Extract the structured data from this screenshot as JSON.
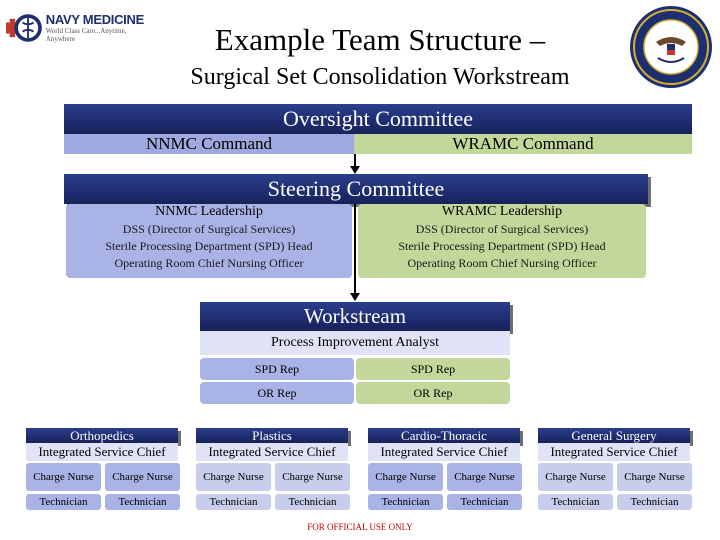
{
  "header": {
    "title": "Example Team Structure –",
    "subtitle": "Surgical Set Consolidation Workstream",
    "logo_brand": "NAVY MEDICINE",
    "logo_tagline": "World Class Care...Anytime, Anywhere"
  },
  "oversight": {
    "title": "Oversight Committee",
    "left": "NNMC Command",
    "right": "WRAMC Command"
  },
  "steering": {
    "title": "Steering Committee",
    "left": {
      "heading": "NNMC Leadership",
      "lines": [
        "DSS (Director of Surgical Services)",
        "Sterile Processing Department (SPD) Head",
        "Operating Room Chief Nursing Officer"
      ]
    },
    "right": {
      "heading": "WRAMC Leadership",
      "lines": [
        "DSS (Director of Surgical Services)",
        "Sterile Processing Department (SPD) Head",
        "Operating Room Chief Nursing Officer"
      ]
    }
  },
  "workstream": {
    "title": "Workstream",
    "analyst": "Process Improvement Analyst",
    "reps": [
      "SPD Rep",
      "SPD Rep",
      "OR Rep",
      "OR Rep"
    ]
  },
  "groups": [
    {
      "name": "Orthopedics",
      "chief": "Integrated Service Chief",
      "nurse_left": "Charge Nurse",
      "nurse_right": "Charge Nurse",
      "tech_left": "Technician",
      "tech_right": "Technician"
    },
    {
      "name": "Plastics",
      "chief": "Integrated Service Chief",
      "nurse_left": "Charge Nurse",
      "nurse_right": "Charge Nurse",
      "tech_left": "Technician",
      "tech_right": "Technician"
    },
    {
      "name": "Cardio-Thoracic",
      "chief": "Integrated Service Chief",
      "nurse_left": "Charge Nurse",
      "nurse_right": "Charge Nurse",
      "tech_left": "Technician",
      "tech_right": "Technician"
    },
    {
      "name": "General Surgery",
      "chief": "Integrated Service Chief",
      "nurse_left": "Charge Nurse",
      "nurse_right": "Charge Nurse",
      "tech_left": "Technician",
      "tech_right": "Technician"
    }
  ],
  "footer": "FOR OFFICIAL USE ONLY",
  "colors": {
    "dark": "#1c2a6b",
    "light": "#aab3e6",
    "green": "#c4d79b"
  }
}
